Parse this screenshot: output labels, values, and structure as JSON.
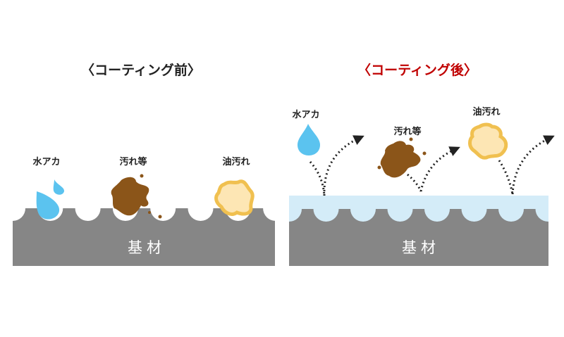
{
  "colors": {
    "substrate": "#868686",
    "coating": "#d4ecf8",
    "water": "#5bc3ef",
    "dirt": "#8b5519",
    "oil_outer": "#f0c050",
    "oil_inner": "#fde6b4",
    "after_title": "#c00000",
    "text": "#222222"
  },
  "before": {
    "title": "〈コーティング前〉",
    "labels": {
      "water": "水アカ",
      "dirt": "汚れ等",
      "oil": "油汚れ"
    },
    "substrate": "基材"
  },
  "after": {
    "title": "〈コーティング後〉",
    "labels": {
      "water": "水アカ",
      "dirt": "汚れ等",
      "oil": "油汚れ"
    },
    "substrate": "基材"
  }
}
